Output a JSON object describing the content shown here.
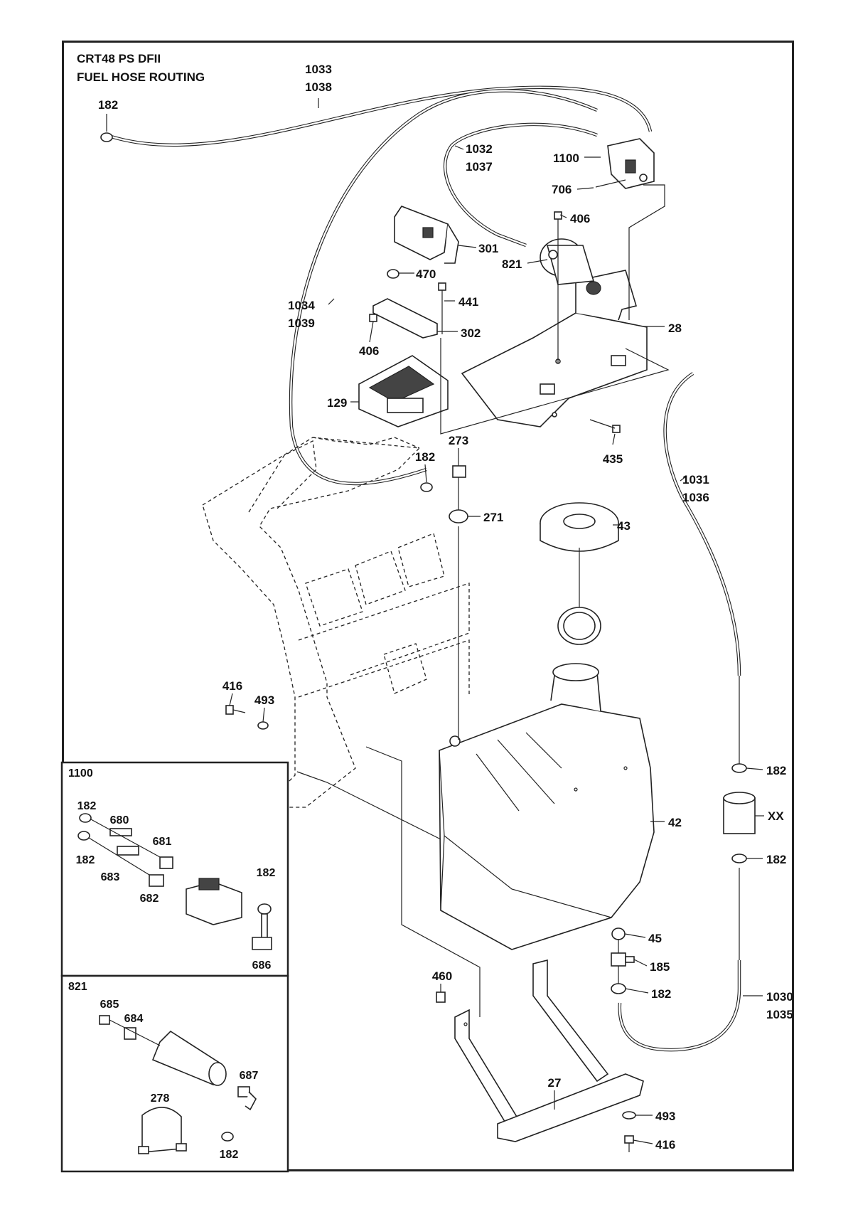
{
  "title": {
    "line1": "CRT48 PS DFII",
    "line2": "FUEL HOSE ROUTING"
  },
  "callouts": {
    "c1033": "1033",
    "c1038": "1038",
    "c182a": "182",
    "c1032": "1032",
    "c1037": "1037",
    "c1100": "1100",
    "c706": "706",
    "c406a": "406",
    "c301": "301",
    "c821": "821",
    "c470": "470",
    "c441": "441",
    "c1034": "1034",
    "c1039": "1039",
    "c302": "302",
    "c28": "28",
    "c406b": "406",
    "c129": "129",
    "c435": "435",
    "c273": "273",
    "c182b": "182",
    "c1031": "1031",
    "c1036": "1036",
    "c271": "271",
    "c43": "43",
    "c416a": "416",
    "c493a": "493",
    "c182c": "182",
    "cXX": "XX",
    "c42": "42",
    "c182d": "182",
    "c45": "45",
    "c185": "185",
    "c182e": "182",
    "c460": "460",
    "c1030": "1030",
    "c1035": "1035",
    "c27": "27",
    "c493b": "493",
    "c416b": "416"
  },
  "inset_1100": {
    "title": "1100",
    "labels": {
      "a": "182",
      "b": "680",
      "c": "681",
      "d": "182",
      "e": "683",
      "f": "682",
      "g": "182",
      "h": "686"
    }
  },
  "inset_821": {
    "title": "821",
    "labels": {
      "a": "685",
      "b": "684",
      "c": "687",
      "d": "278",
      "e": "182"
    }
  }
}
